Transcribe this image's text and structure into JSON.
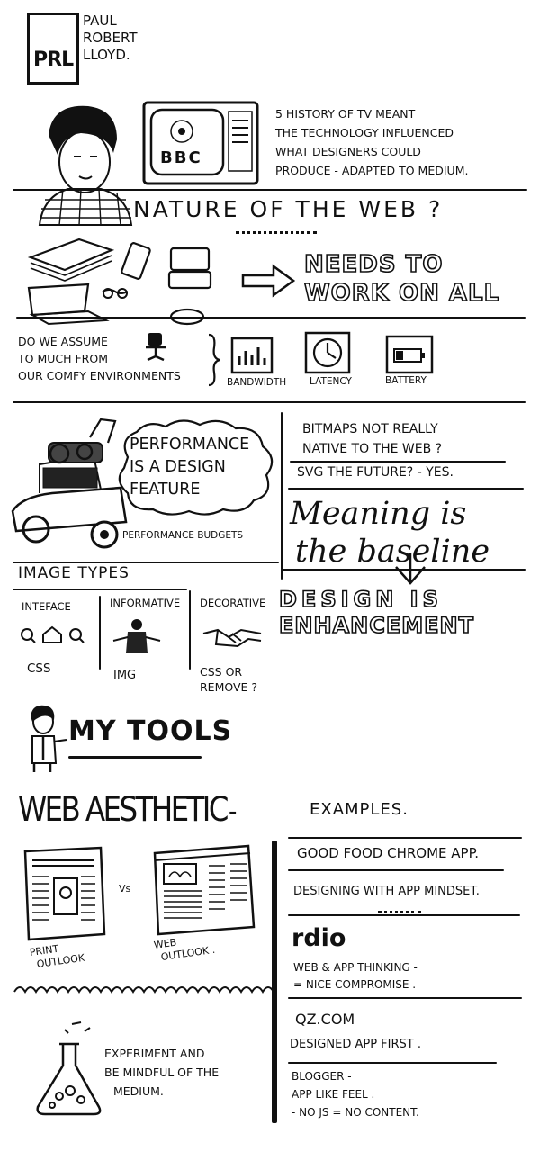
{
  "header": {
    "logo_text": "PRL",
    "name_lines": [
      "PAUL",
      "ROBERT",
      "LLOYD."
    ]
  },
  "tv_history": {
    "tv_label": "BBC",
    "note_lines": [
      "5 HISTORY OF TV MEANT",
      "THE TECHNOLOGY INFLUENCED",
      "WHAT DESIGNERS COULD",
      "PRODUCE - ADAPTED TO MEDIUM."
    ]
  },
  "nature": {
    "heading": "NATURE OF THE WEB ?",
    "needs_lines": [
      "NEEDS TO",
      "WORK ON ALL"
    ]
  },
  "assume": {
    "text_lines": [
      "DO WE ASSUME",
      "TO MUCH FROM",
      "OUR COMFY ENVIRONMENTS"
    ],
    "constraints": [
      "BANDWIDTH",
      "LATENCY",
      "BATTERY"
    ]
  },
  "performance": {
    "cloud_lines": [
      "PERFORMANCE",
      "IS A DESIGN",
      "FEATURE"
    ],
    "budgets": "PERFORMANCE BUDGETS"
  },
  "svg_notes": {
    "bitmaps_lines": [
      "BITMAPS NOT REALLY",
      "NATIVE TO THE WEB ?"
    ],
    "svg_future": "SVG THE FUTURE? - YES.",
    "meaning_lines": [
      "Meaning is",
      "the baseline"
    ],
    "design_lines": [
      "DESIGN IS",
      "ENHANCEMENT"
    ]
  },
  "image_types": {
    "heading": "IMAGE TYPES",
    "columns": [
      {
        "title": "INTEFACE",
        "answer_lines": [
          "CSS"
        ]
      },
      {
        "title": "INFORMATIVE",
        "answer_lines": [
          "IMG"
        ]
      },
      {
        "title": "DECORATIVE",
        "answer_lines": [
          "CSS OR",
          "REMOVE ?"
        ]
      }
    ]
  },
  "tools": {
    "heading": "MY TOOLS"
  },
  "aesthetic": {
    "heading": "WEB AESTHETIC",
    "dash": "-",
    "vs": "Vs",
    "print_lines": [
      "PRINT",
      "OUTLOOK"
    ],
    "web_lines": [
      "WEB",
      "OUTLOOK ."
    ],
    "experiment_lines": [
      "EXPERIMENT AND",
      "BE MINDFUL OF THE",
      "MEDIUM."
    ]
  },
  "examples": {
    "heading": "EXAMPLES.",
    "goodfood": "GOOD FOOD CHROME APP.",
    "mindset": "DESIGNING WITH APP MINDSET.",
    "rdio": "rdio",
    "rdio_lines": [
      "WEB & APP THINKING -",
      "= NICE COMPROMISE ."
    ],
    "qz": "QZ.COM",
    "qz_note": "DESIGNED APP FIRST .",
    "blogger_lines": [
      "BLOGGER -",
      "APP LIKE FEEL .",
      "- NO JS = NO CONTENT."
    ]
  }
}
